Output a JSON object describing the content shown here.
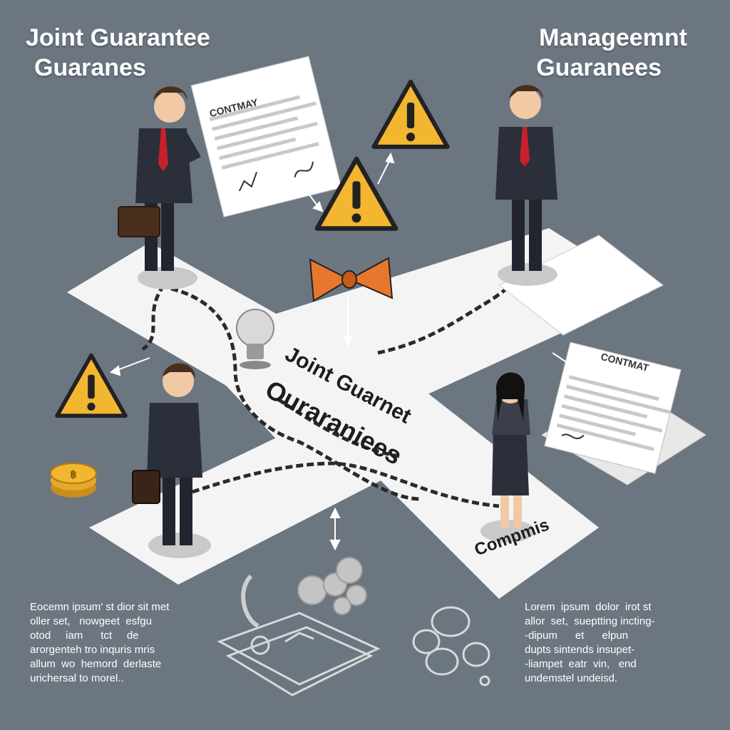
{
  "titles": {
    "left_line1": "Joint Guarantee",
    "left_line2": "Guaranes",
    "right_line1": "Manageemnt",
    "right_line2": "Guaranees"
  },
  "center": {
    "line1": "Joint Guarnet",
    "line2": "Ouraraniees",
    "corner": "Compmis"
  },
  "documents": {
    "top_contract": "CONTMAY",
    "right_contract": "CONTMAT"
  },
  "paragraphs": {
    "left": "Eocemn ipsum' st dior sit met\noller set,   nowgeet  esfgu\notod     iam      tct     de\narorgenteh tro inquris mris\nallum  wo  hemord  derlaste\nurichersal to morel..",
    "right": "Lorem  ipsum  dolor  irot st\nallor  set,  sueptting incting-\n-dipum      et      elpun\ndupts sintends insupet-\n-liampet  eatr  vin,   end\nundemstel undeisd."
  },
  "colors": {
    "background": "#6b7680",
    "paper": "#f4f4f4",
    "warning": "#f2b631",
    "suit": "#2b2f3a",
    "tie": "#c8202a"
  },
  "icons": [
    "warning-icon",
    "lightbulb-icon",
    "coin-icon",
    "bow-icon",
    "chain-icon",
    "briefcase-icon",
    "chat-bubbles-icon",
    "wallet-icon"
  ]
}
